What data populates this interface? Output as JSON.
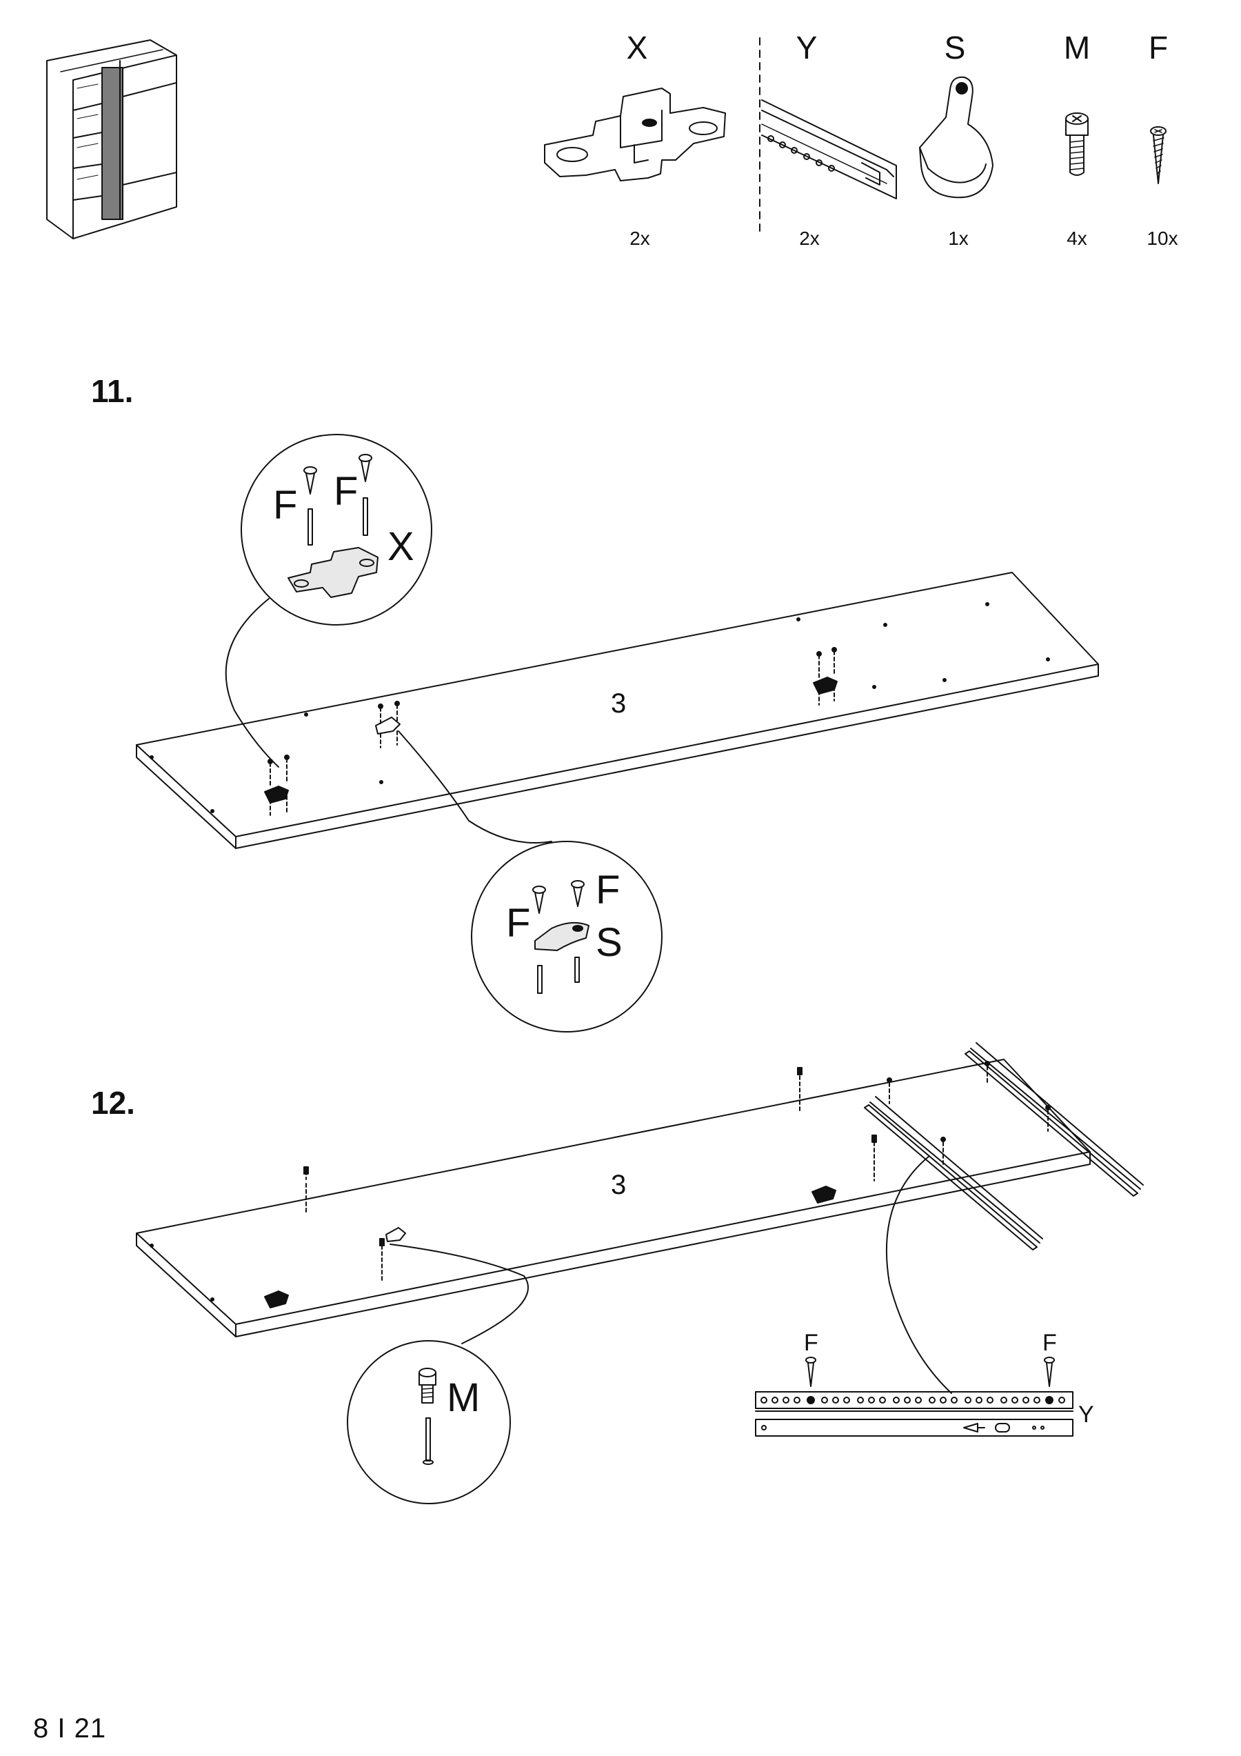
{
  "parts": [
    {
      "letter": "X",
      "qty": "2x",
      "icon": "hinge-mounting-plate-icon"
    },
    {
      "letter": "Y",
      "qty": "2x",
      "icon": "drawer-rail-icon"
    },
    {
      "letter": "S",
      "qty": "1x",
      "icon": "rod-bracket-icon"
    },
    {
      "letter": "M",
      "qty": "4x",
      "icon": "cam-bolt-icon"
    },
    {
      "letter": "F",
      "qty": "10x",
      "icon": "screw-icon"
    }
  ],
  "step11": {
    "number": "11.",
    "panel": "3",
    "callout_x": {
      "label1": "F",
      "label2": "F",
      "part": "X"
    },
    "callout_s": {
      "label1": "F",
      "label2": "F",
      "part": "S"
    }
  },
  "step12": {
    "number": "12.",
    "panel": "3",
    "callout_m": {
      "part": "M"
    },
    "rail_detail": {
      "left_screw": "F",
      "right_screw": "F",
      "part": "Y"
    }
  },
  "page": "8 I 21"
}
